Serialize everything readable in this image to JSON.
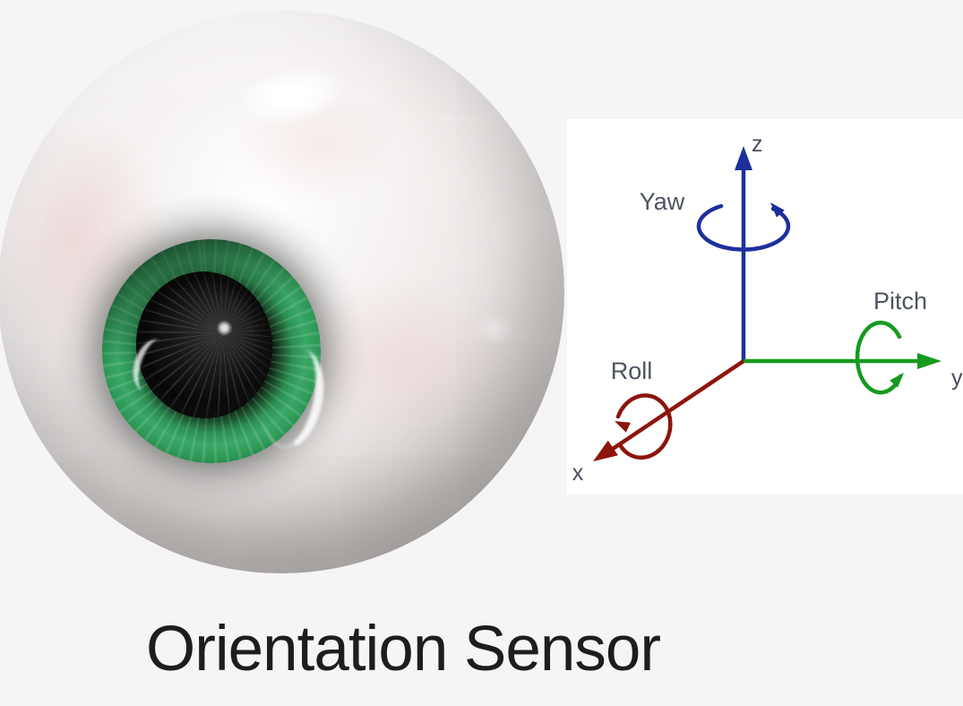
{
  "illustration": {
    "caption": "Orientation Sensor"
  },
  "axis_diagram": {
    "z_axis_label": "z",
    "y_axis_label": "y",
    "x_axis_label": "x",
    "yaw_label": "Yaw",
    "pitch_label": "Pitch",
    "roll_label": "Roll"
  },
  "colors": {
    "page_background": "#f5f5f5",
    "panel_background": "#ffffff",
    "caption_text": "#1d1d1b",
    "axis_label_text": "#4d5462",
    "z_axis_blue": "#1e2f9d",
    "y_axis_green": "#169a20",
    "x_axis_red": "#8e150c",
    "iris_green": "#2f9a58",
    "pupil_black": "#050505",
    "sclera_white": "#f3f0ef"
  }
}
